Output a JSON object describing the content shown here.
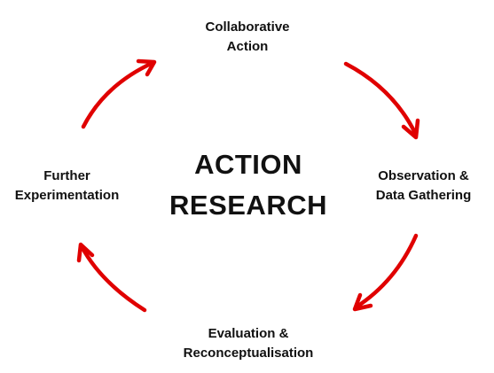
{
  "center": {
    "line1": "ACTION",
    "line2": "RESEARCH"
  },
  "stages": {
    "top": {
      "line1": "Collaborative",
      "line2": "Action"
    },
    "right": {
      "line1": "Observation &",
      "line2": "Data Gathering"
    },
    "bottom": {
      "line1": "Evaluation &",
      "line2": "Reconceptualisation"
    },
    "left": {
      "line1": "Further",
      "line2": "Experimentation"
    }
  },
  "colors": {
    "arrow": "#e00000",
    "text": "#111111",
    "background": "#ffffff"
  },
  "arrows": [
    "arrow-top-right",
    "arrow-bottom-right",
    "arrow-bottom-left",
    "arrow-top-left"
  ]
}
